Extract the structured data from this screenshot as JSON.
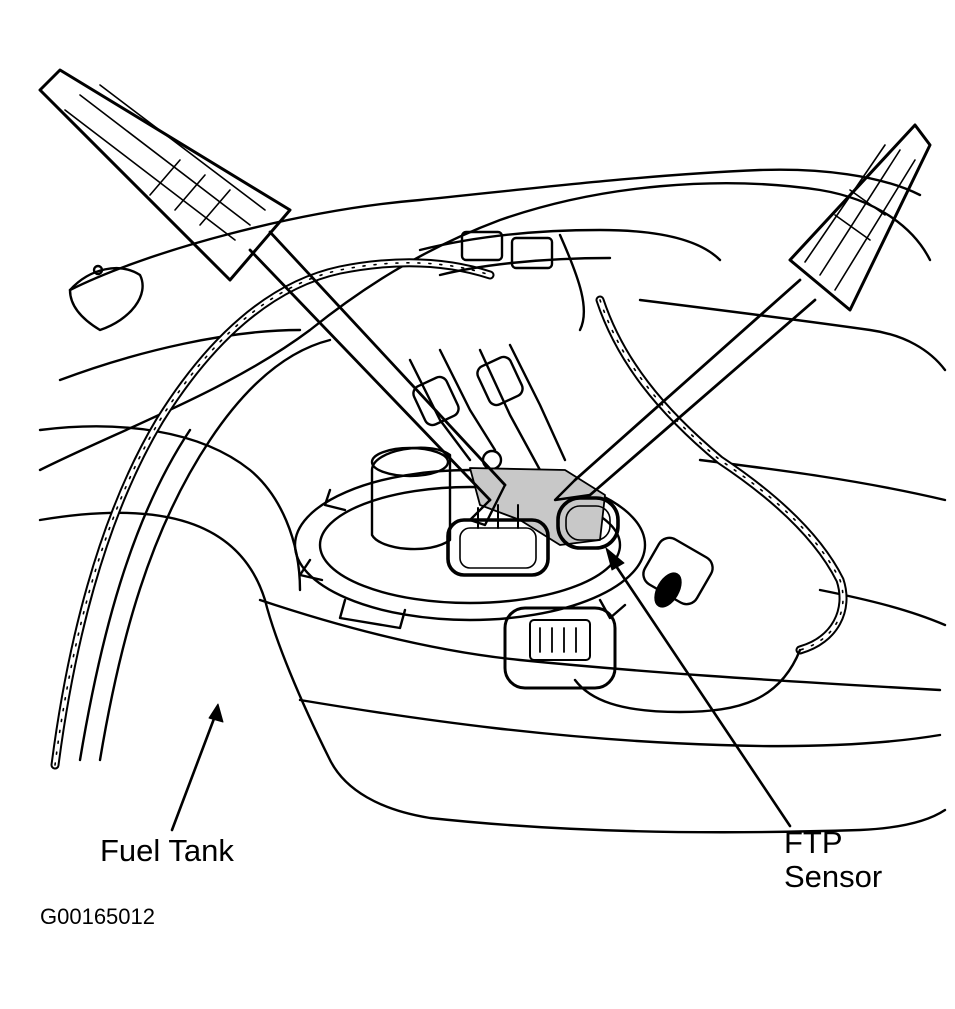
{
  "labels": {
    "fuel_tank": "Fuel Tank",
    "ftp_line1": "FTP",
    "ftp_line2": "Sensor",
    "figure_code": "G00165012"
  },
  "colors": {
    "ink": "#000000",
    "paper": "#ffffff",
    "shade": "#c8c8c8"
  }
}
